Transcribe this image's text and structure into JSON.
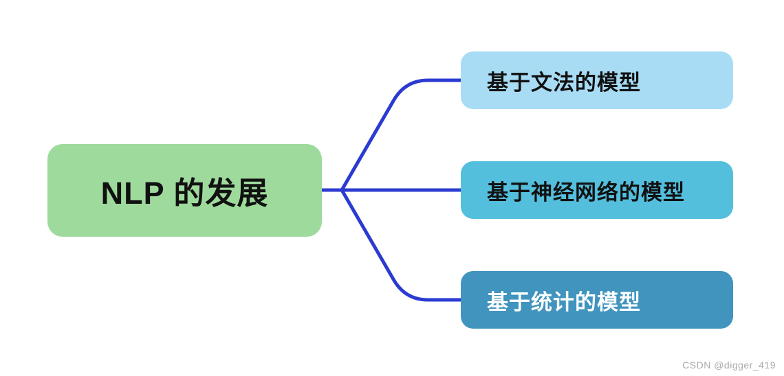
{
  "diagram": {
    "title": "NLP development mind map",
    "root": {
      "label": "NLP 的发展",
      "bg": "#9EDA9C",
      "text_color": "#111111"
    },
    "branches": [
      {
        "label": "基于文法的模型",
        "bg": "#A8DCF5",
        "text_color": "#111111"
      },
      {
        "label": "基于神经网络的模型",
        "bg": "#54BEDD",
        "text_color": "#111111"
      },
      {
        "label": "基于统计的模型",
        "bg": "#4094BE",
        "text_color": "#FFFFFF"
      }
    ],
    "connector_color": "#2B3BD2"
  },
  "watermark": {
    "text": "CSDN @digger_419",
    "color": "#AAAAAA"
  }
}
